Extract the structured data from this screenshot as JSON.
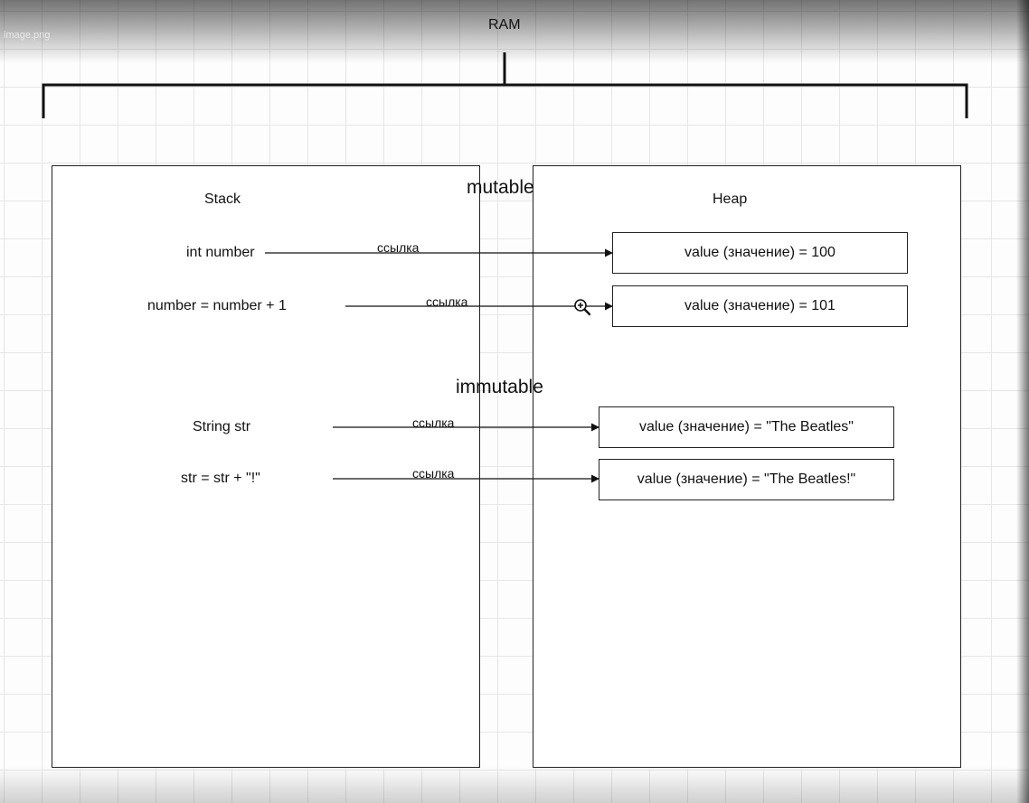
{
  "window": {
    "file_name": "image.png"
  },
  "diagram": {
    "title": "RAM",
    "stack": {
      "title": "Stack",
      "items": [
        {
          "label": "int number"
        },
        {
          "label": "number = number + 1"
        },
        {
          "label": "String str"
        },
        {
          "label": "str = str + \"!\""
        }
      ]
    },
    "heap": {
      "title": "Heap",
      "boxes": [
        {
          "text": "value (значение) = 100"
        },
        {
          "text": "value (значение) = 101"
        },
        {
          "text": "value (значение) = \"The Beatles\""
        },
        {
          "text": "value (значение) = \"The Beatles!\""
        }
      ]
    },
    "section_labels": {
      "mutable": "mutable",
      "immutable": "immutable"
    },
    "arrow_label": "ссылка"
  },
  "icons": {
    "cursor": "zoom-in-cursor-icon"
  }
}
